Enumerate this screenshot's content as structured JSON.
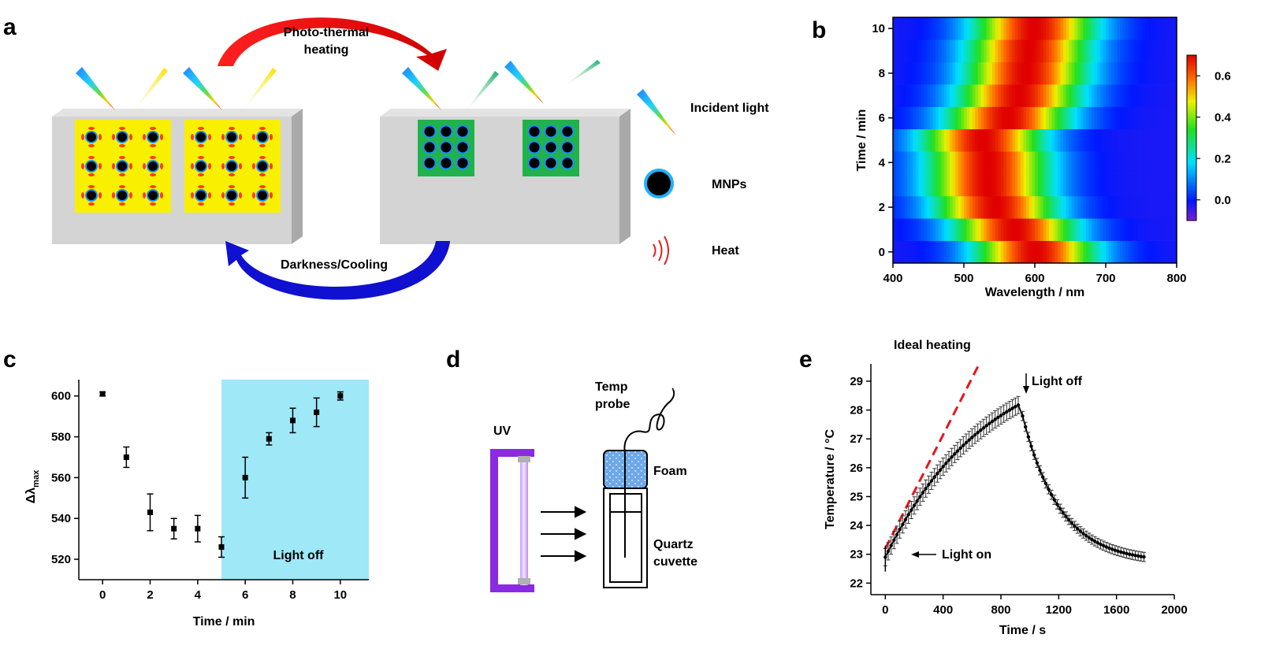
{
  "panels": {
    "a": {
      "letter": "a",
      "arrow_top_label": [
        "Photo-thermal",
        "heating"
      ],
      "arrow_bottom_label": "Darkness/Cooling",
      "legend": [
        "Incident light",
        "MNPs",
        "Heat"
      ]
    },
    "b": {
      "letter": "b"
    },
    "c": {
      "letter": "c"
    },
    "d": {
      "letter": "d",
      "labels": {
        "uv": "UV",
        "probe": [
          "Temp",
          "probe"
        ],
        "foam": "Foam",
        "cuvette": [
          "Quartz",
          "cuvette"
        ]
      }
    },
    "e": {
      "letter": "e"
    }
  },
  "chart_data": [
    {
      "id": "b",
      "type": "heatmap",
      "xlabel": "Wavelength / nm",
      "ylabel": "Time / min",
      "xlim": [
        400,
        800
      ],
      "ylim": [
        -0.5,
        10.5
      ],
      "xticks": [
        400,
        500,
        600,
        700,
        800
      ],
      "yticks": [
        0,
        2,
        4,
        6,
        8,
        10
      ],
      "colorbar": {
        "ticks": [
          0.0,
          0.2,
          0.4,
          0.6
        ],
        "labels": [
          "0.0",
          "0.2",
          "0.4",
          "0.6"
        ],
        "range": [
          -0.1,
          0.7
        ]
      },
      "rows": [
        {
          "time": 0,
          "peak_nm": 601
        },
        {
          "time": 1,
          "peak_nm": 572
        },
        {
          "time": 2,
          "peak_nm": 545
        },
        {
          "time": 3,
          "peak_nm": 535
        },
        {
          "time": 4,
          "peak_nm": 535
        },
        {
          "time": 5,
          "peak_nm": 527
        },
        {
          "time": 6,
          "peak_nm": 562
        },
        {
          "time": 7,
          "peak_nm": 578
        },
        {
          "time": 8,
          "peak_nm": 588
        },
        {
          "time": 9,
          "peak_nm": 592
        },
        {
          "time": 10,
          "peak_nm": 600
        }
      ]
    },
    {
      "id": "c",
      "type": "scatter",
      "xlabel": "Time / min",
      "ylabel": "Δλ",
      "ylabel_sub": "max",
      "xlim": [
        -1,
        11.2
      ],
      "ylim": [
        510,
        608
      ],
      "xticks": [
        0,
        2,
        4,
        6,
        8,
        10
      ],
      "yticks": [
        520,
        540,
        560,
        580,
        600
      ],
      "shaded_region": {
        "x0": 5,
        "x1": 11.2,
        "label": "Light off",
        "color": "#9ee8f8"
      },
      "points": [
        {
          "x": 0,
          "y": 601,
          "err": 1
        },
        {
          "x": 1,
          "y": 570,
          "err": 5
        },
        {
          "x": 2,
          "y": 543,
          "err": 9
        },
        {
          "x": 3,
          "y": 535,
          "err": 5
        },
        {
          "x": 4,
          "y": 535,
          "err": 6.5
        },
        {
          "x": 5,
          "y": 526,
          "err": 5
        },
        {
          "x": 6,
          "y": 560,
          "err": 10
        },
        {
          "x": 7,
          "y": 579,
          "err": 3
        },
        {
          "x": 8,
          "y": 588,
          "err": 6
        },
        {
          "x": 9,
          "y": 592,
          "err": 7
        },
        {
          "x": 10,
          "y": 600,
          "err": 2
        }
      ]
    },
    {
      "id": "e",
      "type": "line",
      "xlabel": "Time / s",
      "ylabel": "Temperature / °C",
      "xlim": [
        -100,
        2000
      ],
      "ylim": [
        21.6,
        29.6
      ],
      "xticks": [
        0,
        400,
        800,
        1200,
        1600,
        2000
      ],
      "yticks": [
        22,
        23,
        24,
        25,
        26,
        27,
        28,
        29
      ],
      "annotations": {
        "ideal": "Ideal heating",
        "light_on": "Light on",
        "light_off": "Light off"
      },
      "ideal_line": {
        "x": [
          0,
          650
        ],
        "y": [
          23.2,
          29.6
        ],
        "color": "#e8141c"
      },
      "heating": {
        "t_start": 0,
        "t_end": 930,
        "y_start": 22.9,
        "y_end": 28.2,
        "err": 0.3
      },
      "cooling": {
        "t_start": 930,
        "t_end": 1800,
        "y_start": 28.2,
        "y_end": 22.9
      }
    }
  ]
}
